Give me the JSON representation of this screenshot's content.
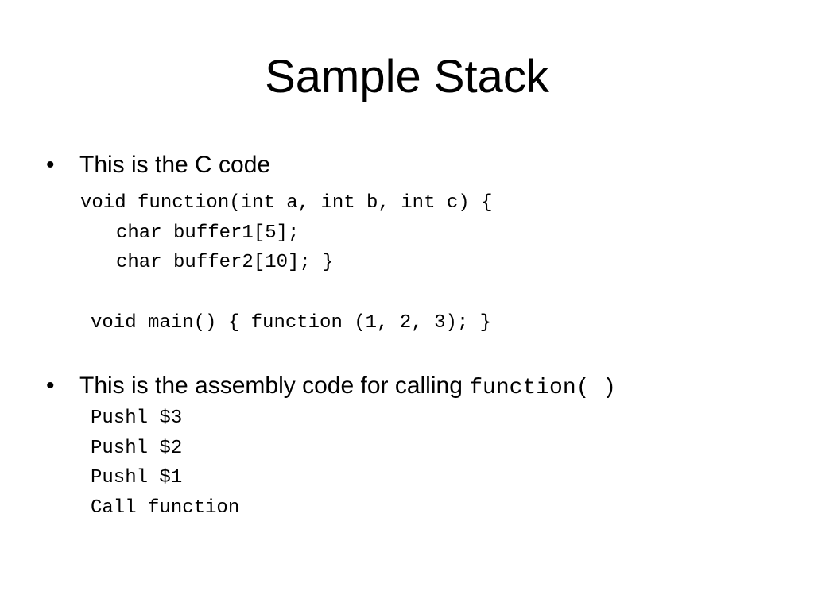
{
  "slide": {
    "title": "Sample Stack",
    "bullet1": {
      "marker": "•",
      "text": "This is the C code"
    },
    "c_code": {
      "line1": "void function(int a, int b, int c) {",
      "line2": "char buffer1[5];",
      "line3": "char buffer2[10]; }",
      "line4": "void main() { function (1, 2, 3); }"
    },
    "bullet2": {
      "marker": "•",
      "text": "This is the assembly code for calling ",
      "inline_code": "function( )"
    },
    "asm_code": {
      "line1": "Pushl $3",
      "line2": "Pushl $2",
      "line3": "Pushl $1",
      "line4": "Call function"
    }
  }
}
